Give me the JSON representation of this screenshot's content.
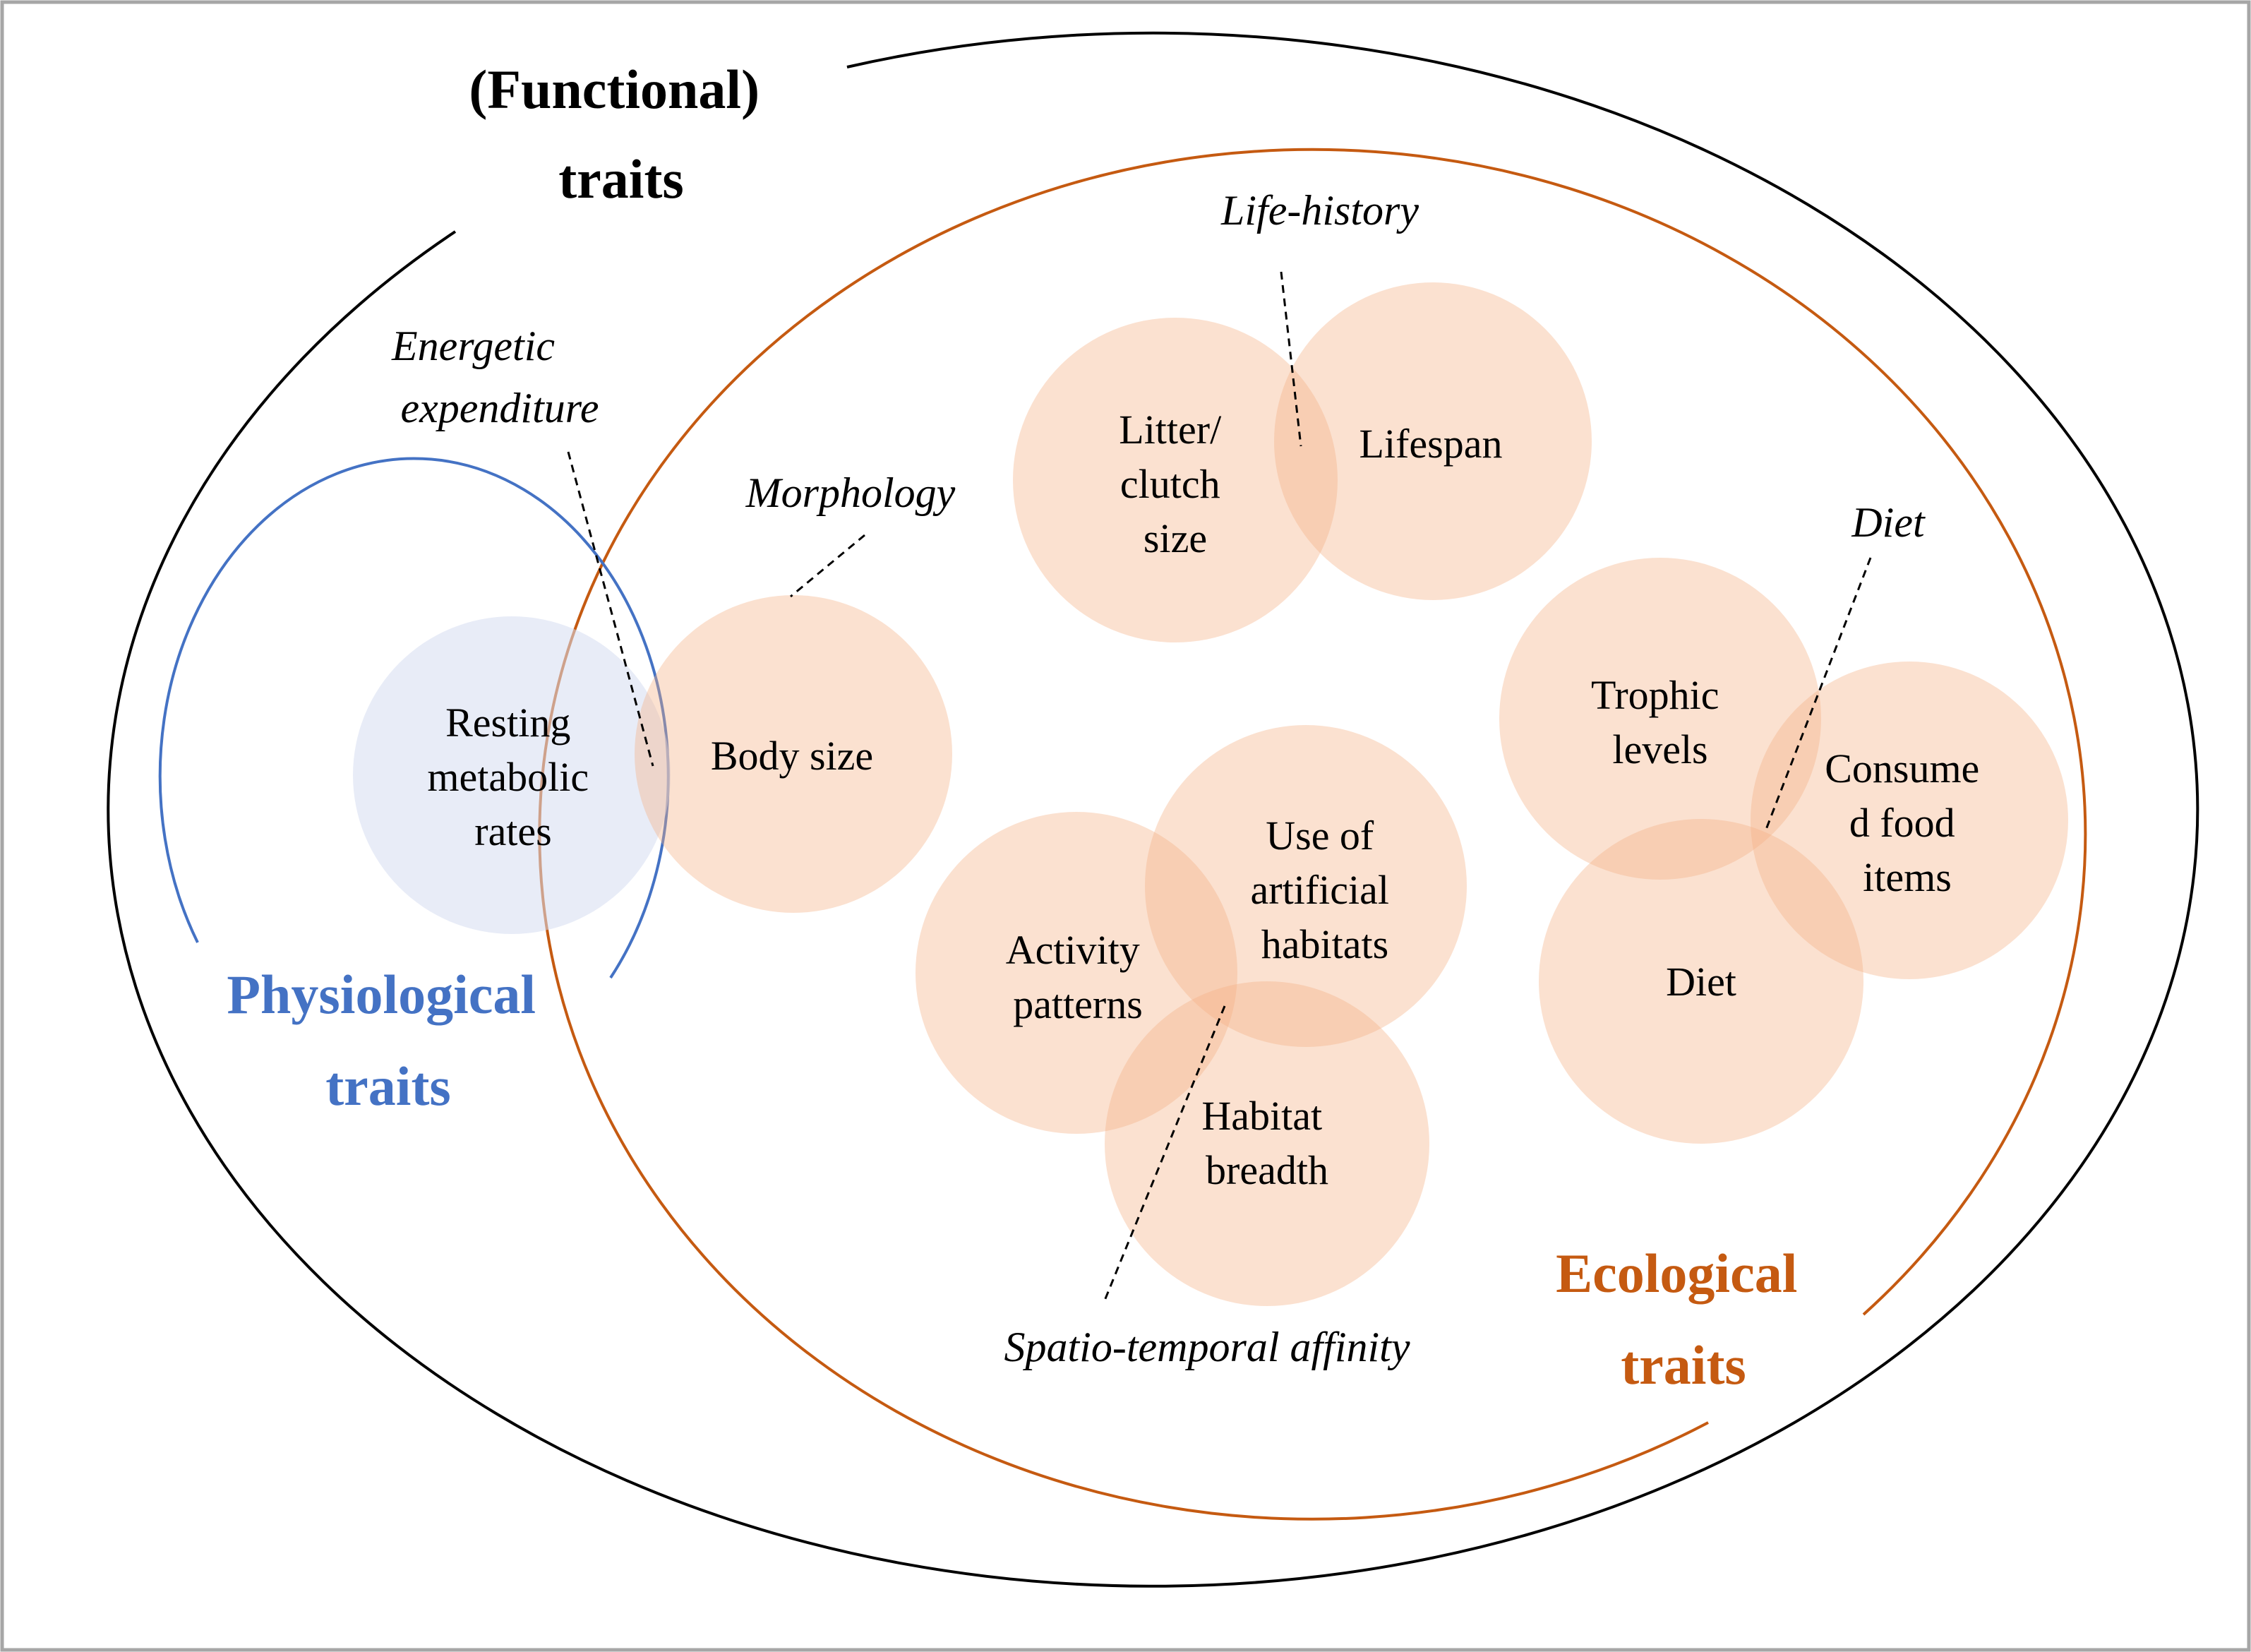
{
  "colors": {
    "functional_stroke": "#000000",
    "ecological_stroke": "#c55a11",
    "physiological_stroke": "#4472c4",
    "ecological_fill": "#f4b183",
    "physiological_fill": "#d6dcf0",
    "frame": "#a6a6a6"
  },
  "groups": {
    "functional": [
      "(Functional)",
      "traits"
    ],
    "physiological": [
      "Physiological",
      "traits"
    ],
    "ecological": [
      "Ecological",
      "traits"
    ]
  },
  "categories": {
    "energetic": [
      "Energetic",
      "expenditure"
    ],
    "morphology": "Morphology",
    "life_history": "Life-history",
    "diet": "Diet",
    "spatio_temporal": "Spatio-temporal affinity"
  },
  "traits": {
    "resting_metabolic_rates": [
      "Resting",
      "metabolic",
      "rates"
    ],
    "body_size": [
      "Body size"
    ],
    "litter_clutch_size": [
      "Litter/",
      "clutch",
      "size"
    ],
    "lifespan": [
      "Lifespan"
    ],
    "trophic_levels": [
      "Trophic",
      "levels"
    ],
    "consumed_food_items": [
      "Consume",
      "d food",
      "items"
    ],
    "diet": [
      "Diet"
    ],
    "activity_patterns": [
      "Activity",
      "patterns"
    ],
    "use_of_artificial_habitats": [
      "Use of",
      "artificial",
      "habitats"
    ],
    "habitat_breadth": [
      "Habitat",
      "breadth"
    ]
  }
}
